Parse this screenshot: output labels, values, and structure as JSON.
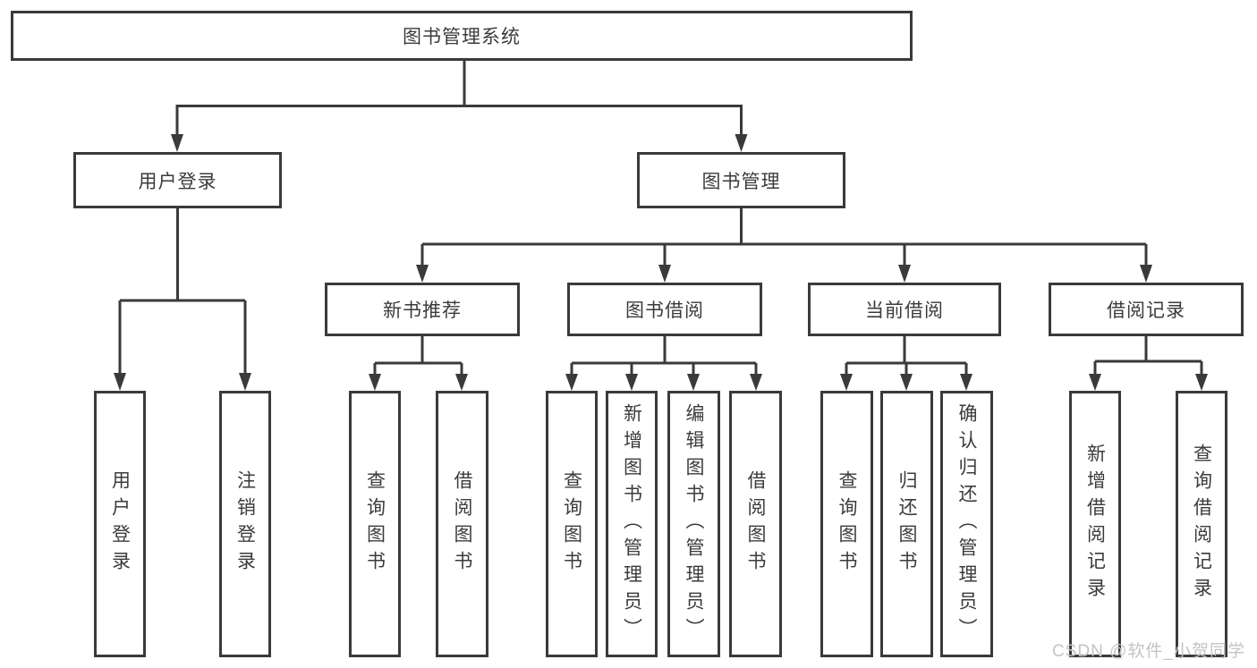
{
  "diagram": {
    "root": {
      "label": "图书管理系统"
    },
    "branches": [
      {
        "label": "用户登录",
        "children": [
          {
            "label": "用户登录"
          },
          {
            "label": "注销登录"
          }
        ]
      },
      {
        "label": "图书管理",
        "children": [
          {
            "label": "新书推荐",
            "children": [
              {
                "label": "查询图书"
              },
              {
                "label": "借阅图书"
              }
            ]
          },
          {
            "label": "图书借阅",
            "children": [
              {
                "label": "查询图书"
              },
              {
                "label": "新增图书（管理员）"
              },
              {
                "label": "编辑图书（管理员）"
              },
              {
                "label": "借阅图书"
              }
            ]
          },
          {
            "label": "当前借阅",
            "children": [
              {
                "label": "查询图书"
              },
              {
                "label": "归还图书"
              },
              {
                "label": "确认归还（管理员）"
              }
            ]
          },
          {
            "label": "借阅记录",
            "children": [
              {
                "label": "新增借阅记录"
              },
              {
                "label": "查询借阅记录"
              }
            ]
          }
        ]
      }
    ]
  },
  "watermark": {
    "text": "CSDN @软件_小贺同学"
  },
  "colors": {
    "line": "#3a3a3a",
    "text": "#3b3b3b",
    "watermark": "#c3c3c3",
    "background": "#ffffff"
  }
}
